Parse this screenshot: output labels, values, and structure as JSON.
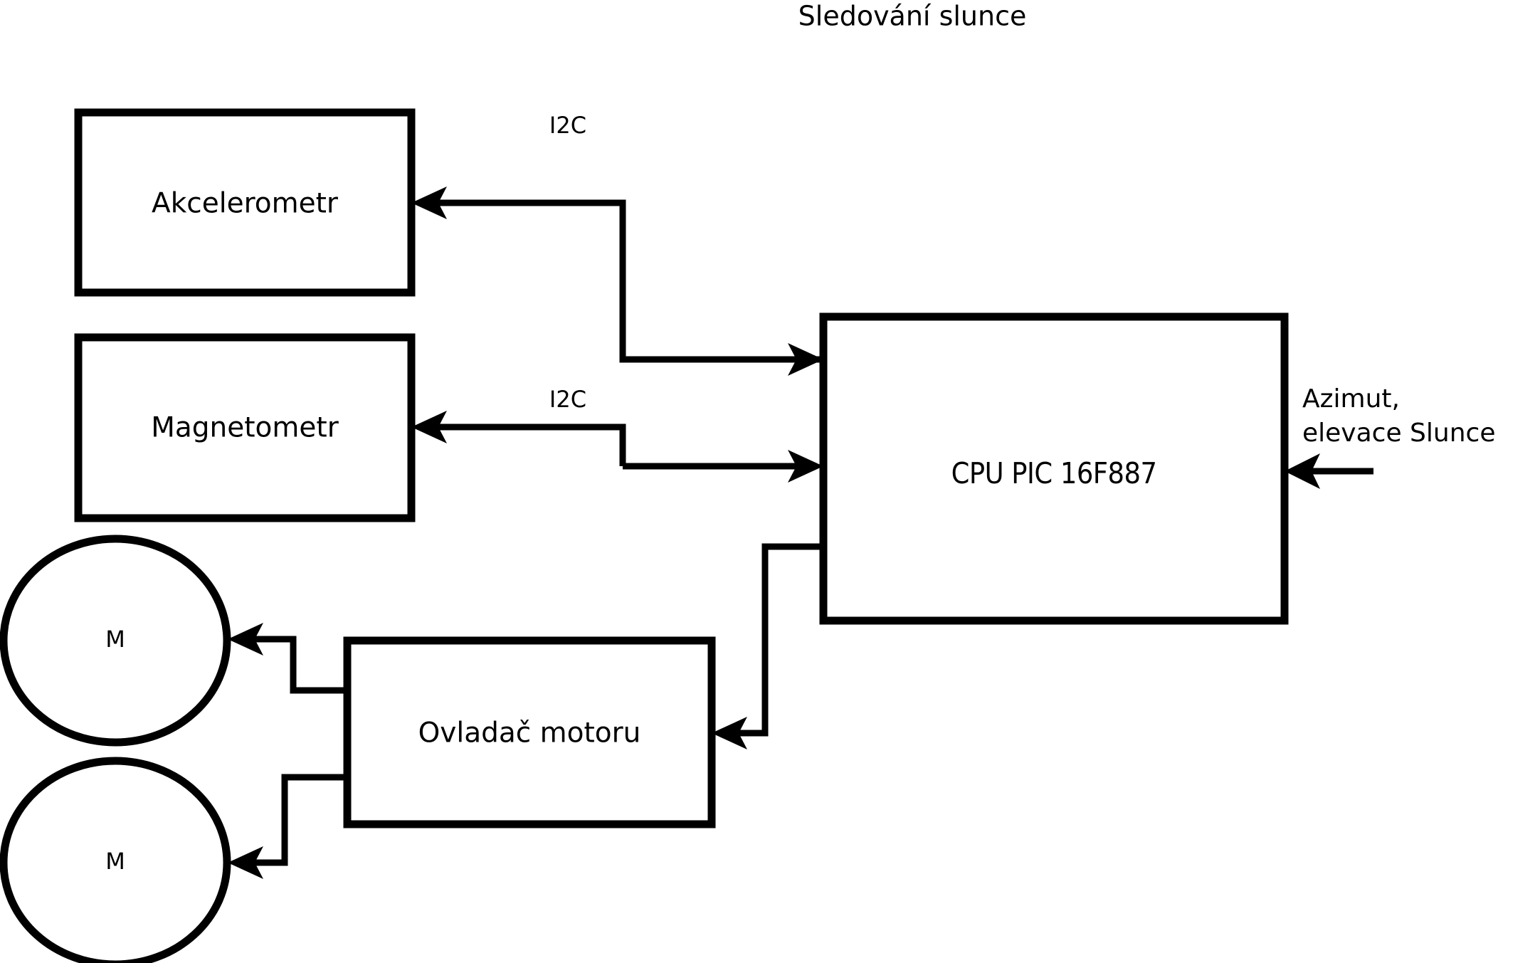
{
  "diagram": {
    "title": "Sledování slunce",
    "background_color": "#ffffff",
    "line_color": "#000000",
    "blocks": {
      "accelerometer": {
        "label": "Akcelerometr"
      },
      "magnetometer": {
        "label": "Magnetometr"
      },
      "cpu": {
        "label": "CPU PIC 16F887"
      },
      "motor_driver": {
        "label": "Ovladač motoru"
      },
      "motor_1": {
        "label": "M"
      },
      "motor_2": {
        "label": "M"
      }
    },
    "connections": {
      "accel_bus": {
        "label": "I2C"
      },
      "magnet_bus": {
        "label": "I2C"
      },
      "external_input": {
        "line1": "Azimut,",
        "line2": "elevace Slunce"
      }
    }
  }
}
